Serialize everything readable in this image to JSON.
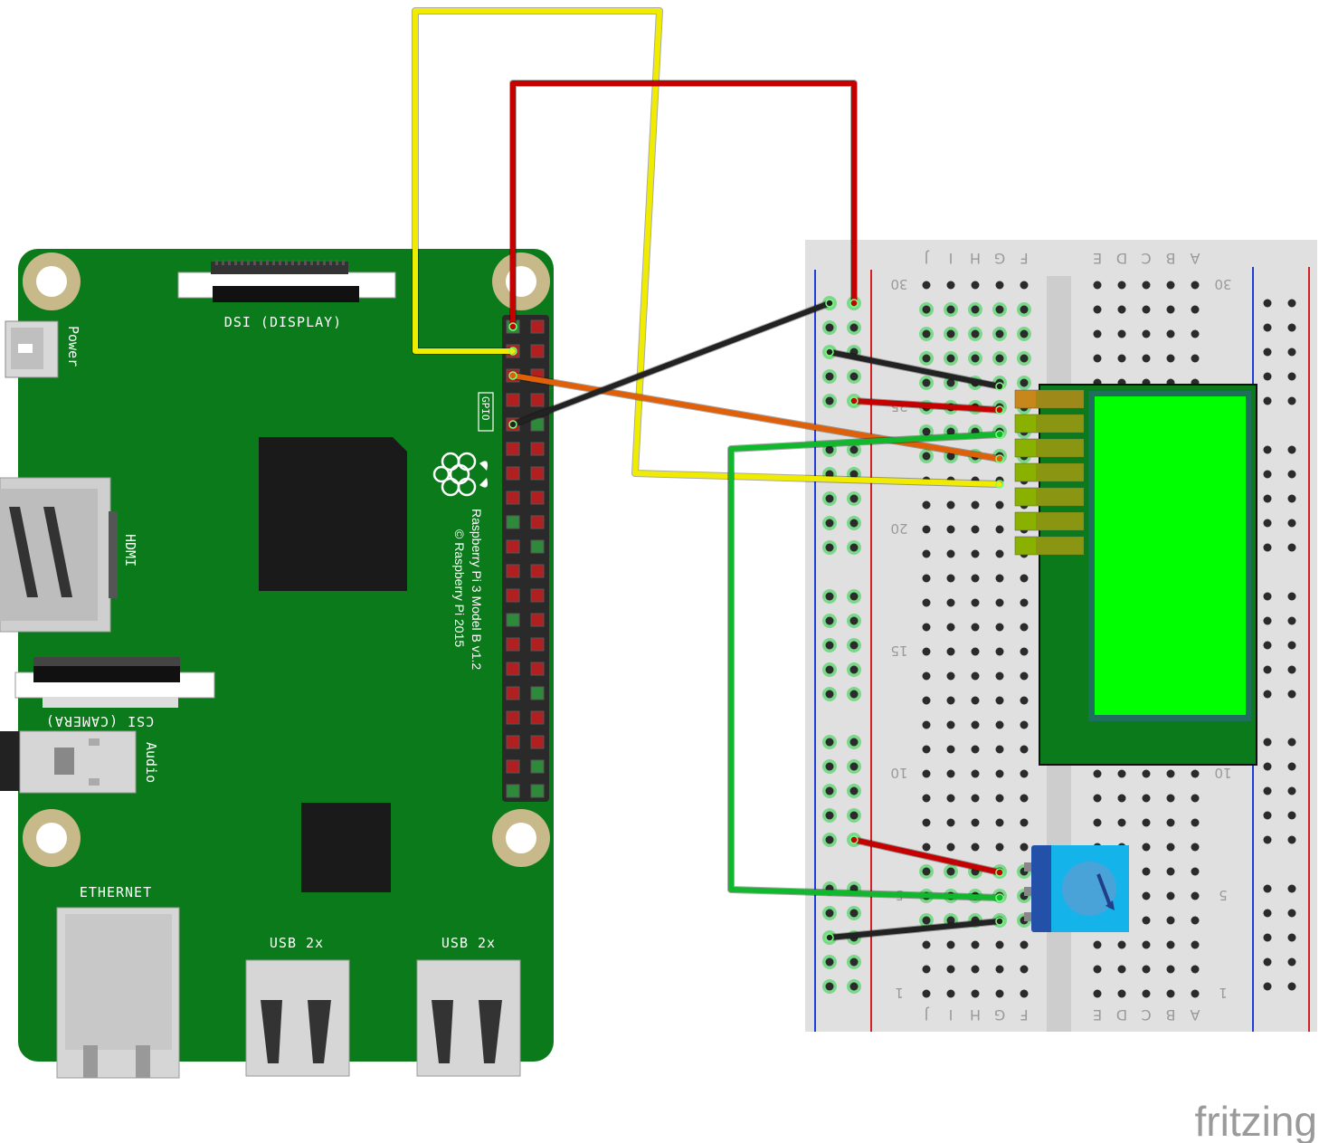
{
  "pi": {
    "labels": {
      "power": "Power",
      "dsi": "DSI (DISPLAY)",
      "hdmi": "HDMI",
      "csi": "CSI (CAMERA)",
      "audio": "Audio",
      "ethernet": "ETHERNET",
      "usb1": "USB 2x",
      "usb2": "USB 2x",
      "gpio": "GPIO",
      "model": "Raspberry Pi 3 Model B v1.2",
      "copyright": "© Raspberry Pi 2015"
    },
    "colors": {
      "board": "#0b7a1a",
      "pad": "#c8b98a",
      "chip": "#1a1a1a"
    }
  },
  "breadboard": {
    "letters_top": [
      "J",
      "I",
      "H",
      "G",
      "F",
      "E",
      "D",
      "C",
      "B",
      "A"
    ],
    "row_numbers": [
      "30",
      "25",
      "20",
      "15",
      "10",
      "5",
      "1"
    ]
  },
  "watermark": "fritzing",
  "wire_colors": {
    "yellow": "#f0ec00",
    "red": "#c40000",
    "black": "#222222",
    "orange": "#e0600a",
    "green": "#11b82e"
  }
}
